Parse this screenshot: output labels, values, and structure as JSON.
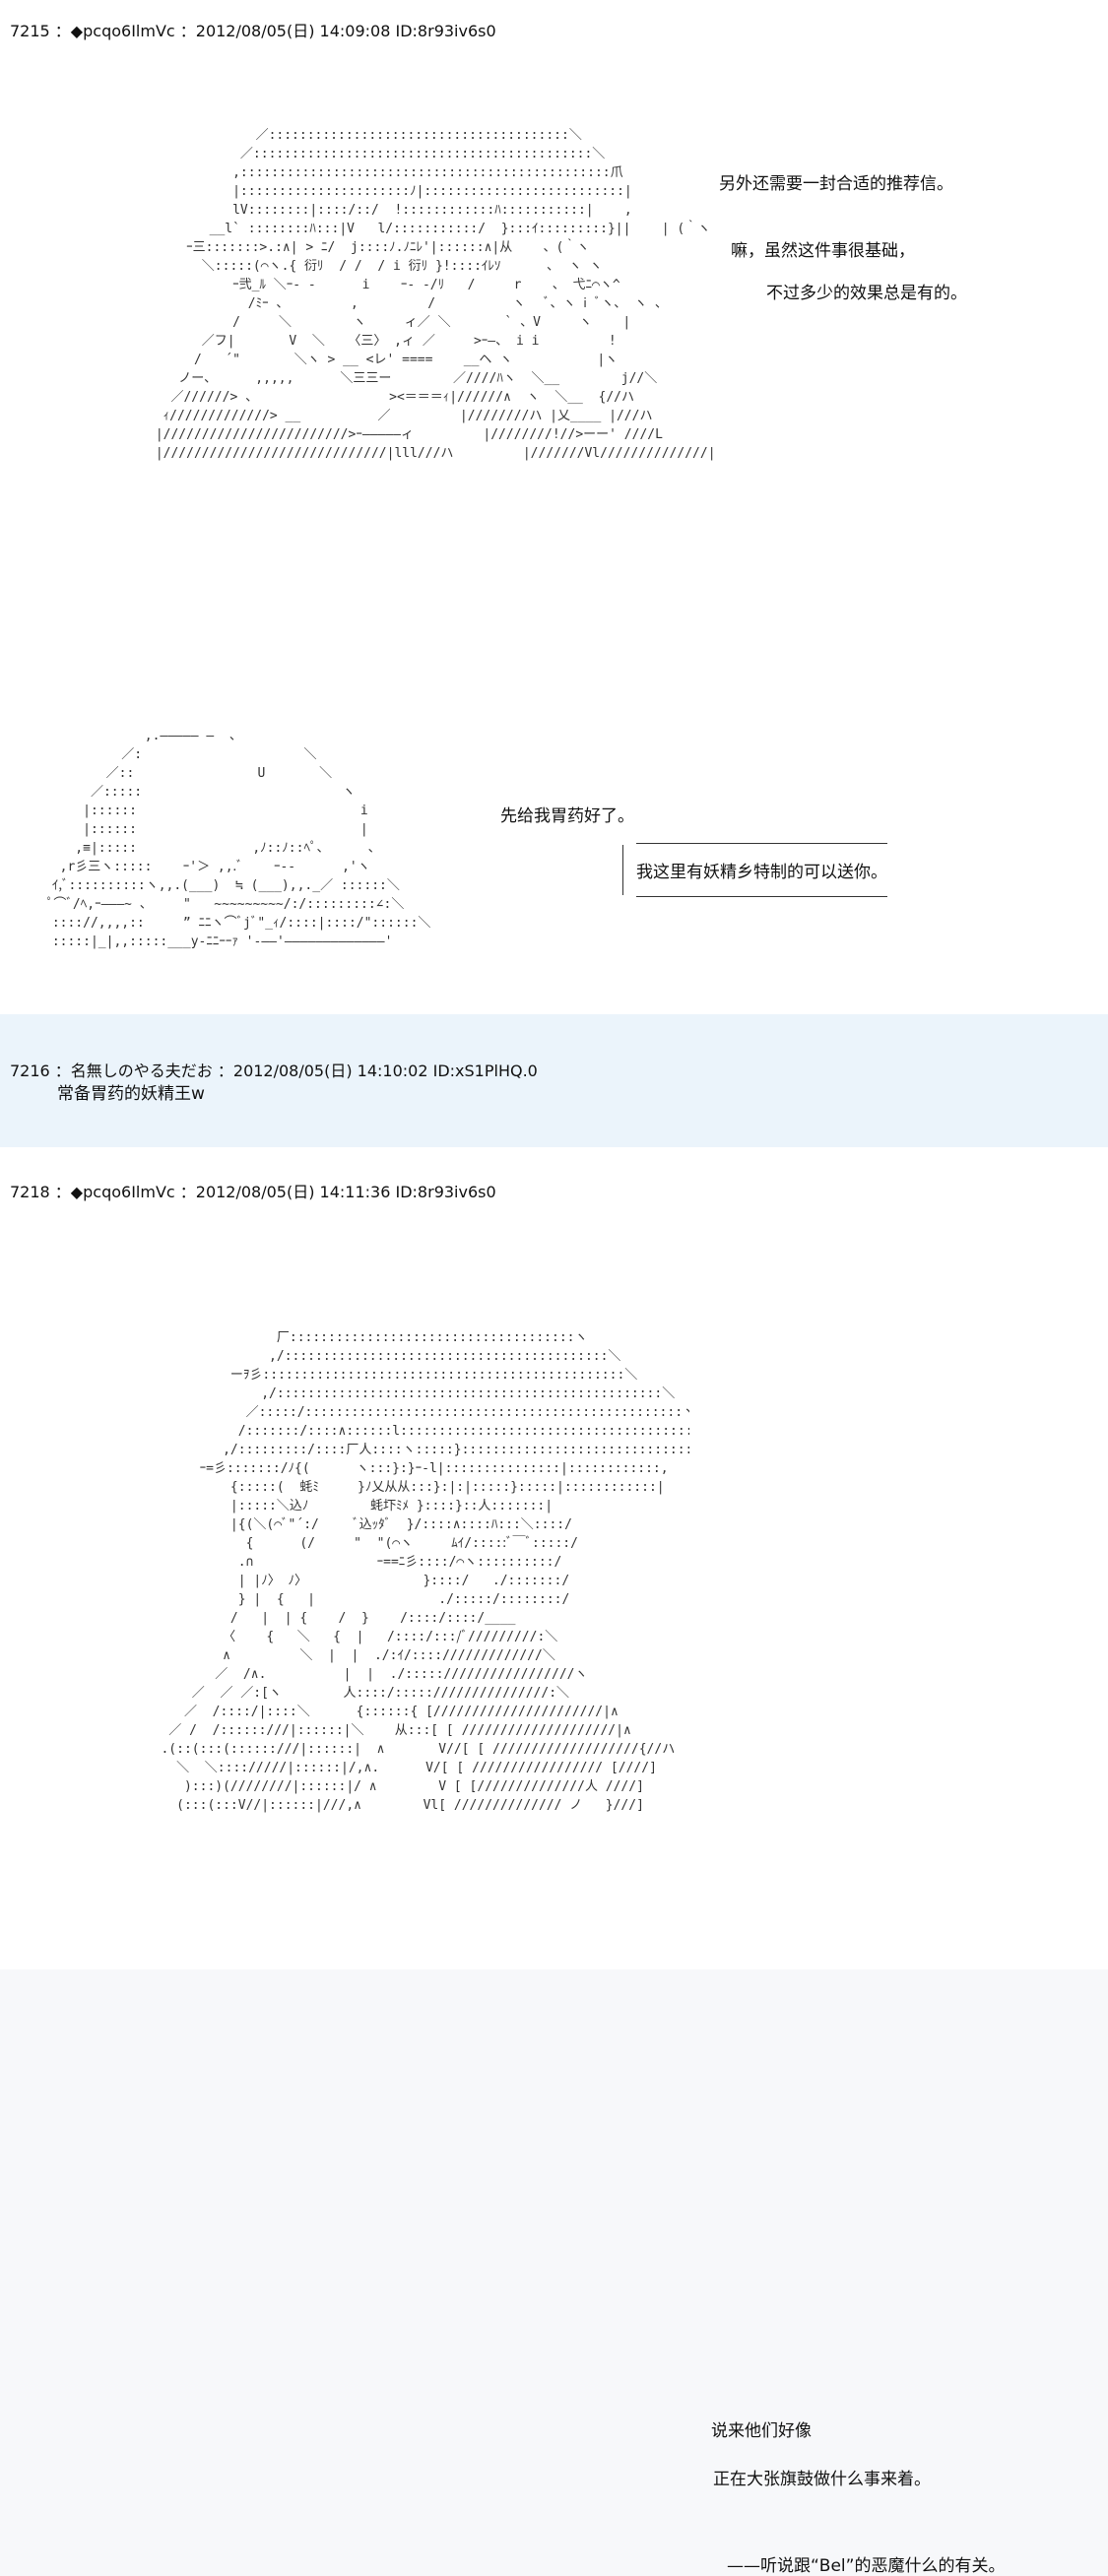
{
  "posts": [
    {
      "header": "7215 ：◆pcqo6IlmVc ：2012/08/05(日) 14:09:08 ID:8r93iv6s0",
      "lines": [
        "另外还需要一封合适的推荐信。",
        "嘛，虽然这件事很基础，",
        "不过多少的效果总是有的。",
        "先给我胃药好了。",
        "我这里有妖精乡特制的可以送你。"
      ]
    },
    {
      "header": "7216 ：名無しのやる夫だお ：2012/08/05(日) 14:10:02 ID:xS1PlHQ.0",
      "lines": [
        "常备胃药的妖精王w"
      ]
    },
    {
      "header": "7218 ：◆pcqo6IlmVc ：2012/08/05(日) 14:11:36 ID:8r93iv6s0",
      "lines": [
        "说来他们好像",
        "正在大张旗鼓做什么事来着。",
        "——听说跟“Bel”的恶魔什么的有关。"
      ]
    }
  ]
}
